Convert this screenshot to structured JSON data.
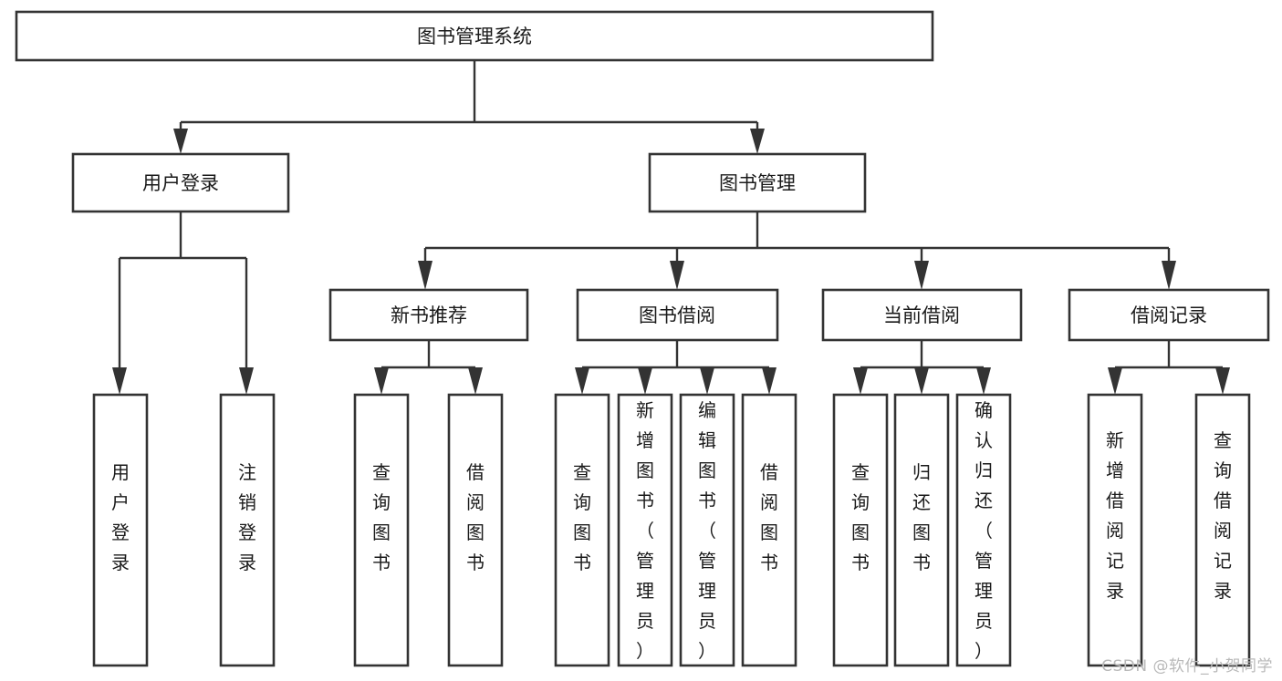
{
  "diagram": {
    "title": "图书管理系统",
    "type": "tree-structure-chart",
    "watermark": "CSDN @软件_小贺同学",
    "colors": {
      "stroke": "#333333",
      "fill": "#ffffff",
      "text": "#1a1a1a",
      "watermark": "#b9b9b9"
    },
    "root": {
      "label": "图书管理系统"
    },
    "level2": [
      {
        "label": "用户登录"
      },
      {
        "label": "图书管理"
      }
    ],
    "level3": [
      {
        "label": "新书推荐"
      },
      {
        "label": "图书借阅"
      },
      {
        "label": "当前借阅"
      },
      {
        "label": "借阅记录"
      }
    ],
    "leaves": {
      "user_login": [
        {
          "label": "用户登录"
        },
        {
          "label": "注销登录"
        }
      ],
      "new_book_recommend": [
        {
          "label": "查询图书"
        },
        {
          "label": "借阅图书"
        }
      ],
      "book_borrow": [
        {
          "label": "查询图书"
        },
        {
          "label": "新增图书（管理员）"
        },
        {
          "label": "编辑图书（管理员）"
        },
        {
          "label": "借阅图书"
        }
      ],
      "current_borrow": [
        {
          "label": "查询图书"
        },
        {
          "label": "归还图书"
        },
        {
          "label": "确认归还（管理员）"
        }
      ],
      "borrow_record": [
        {
          "label": "新增借阅记录"
        },
        {
          "label": "查询借阅记录"
        }
      ]
    }
  }
}
